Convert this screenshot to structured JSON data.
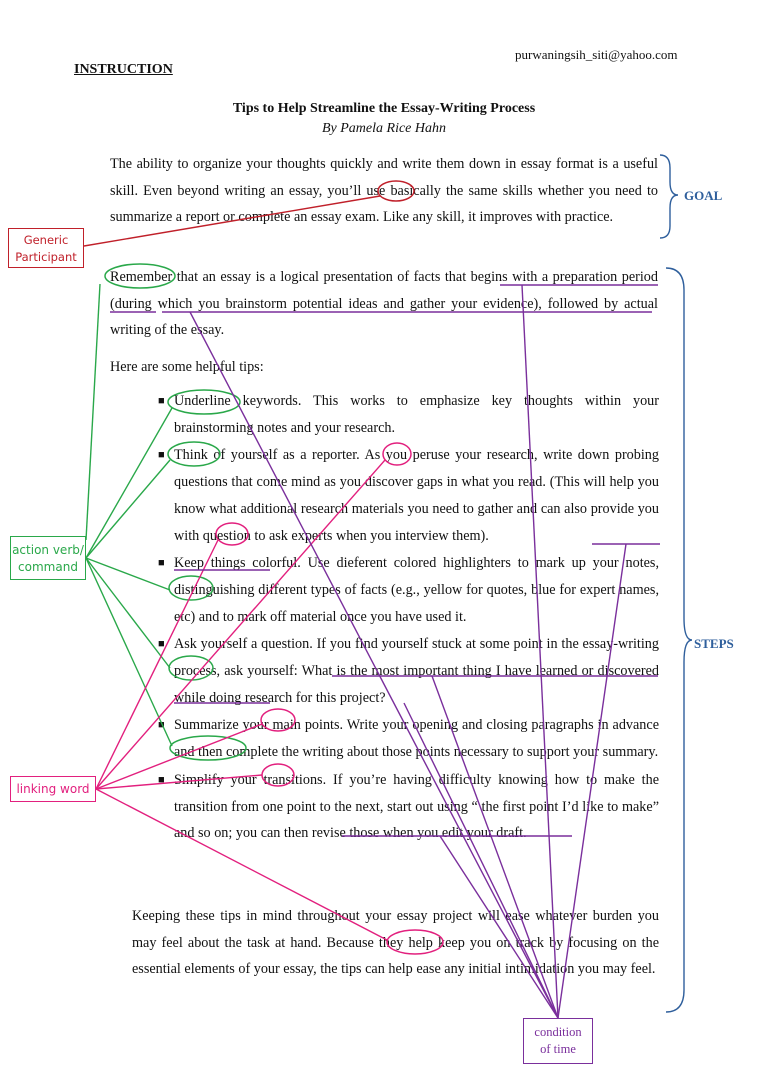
{
  "header": {
    "email": "purwaningsih_siti@yahoo.com",
    "section": "INSTRUCTION"
  },
  "article": {
    "title": "Tips to Help Streamline the Essay-Writing Process",
    "byline": "By Pamela Rice Hahn"
  },
  "paragraphs": {
    "goal": "The ability to organize your thoughts quickly and write them down in essay format is a useful skill. Even beyond writing an essay, you’ll use basically the same skills whether you need to summarize a report or complete an essay exam. Like any skill, it improves with practice.",
    "steps_intro": "Remember that an essay is a logical presentation of facts that begins with a preparation period (during which you brainstorm potential ideas and gather your evidence), followed by actual writing of the essay.",
    "tips_lead": "Here are some helpful tips:",
    "closing": "Keeping these tips in mind throughout your essay project will ease whatever burden you may feel about the task at hand. Because they help keep you on track by focusing on the essential elements of your essay, the tips can help ease any initial intimidation you may feel."
  },
  "tips": [
    "Underline keywords. This works to emphasize key thoughts within your brainstorming notes and your research.",
    "Think of yourself as a reporter. As you peruse your research, write down probing questions that come mind as you discover gaps in what you read. (This will help you know what additional research materials you need to gather and can also provide you with question to ask experts when you interview them).",
    "Keep things colorful. Use dieferent colored highlighters to mark up your notes, distinguishing different types of facts (e.g., yellow for quotes, blue for expert names, etc) and to mark off material once you have used it.",
    "Ask yourself a question. If you find yourself stuck at some point in the essay-writing process, ask yourself: What is the most important thing I have learned or discovered while doing research for this project?",
    "Summarize your main points. Write your opening and closing paragraphs in advance and then complete the writing about those points necessary to support your summary.",
    "Simplify your transitions. If you’re having difficulty knowing how to make the transition from one point to the next, start out using “ the first point I’d like to make” and so on; you can then revise those when you edit your draft."
  ],
  "annotations": {
    "generic_participant": [
      "Generic",
      "Participant"
    ],
    "action_verb": [
      "action verb/",
      "command"
    ],
    "linking_word": "linking word",
    "condition_of_time": [
      "condition",
      "of time"
    ],
    "goal_label": "GOAL",
    "steps_label": "STEPS"
  },
  "colors": {
    "participant": "#c0202a",
    "action_verb": "#2aa84a",
    "linking_word": "#e2207e",
    "condition_of_time": "#7a2f9c",
    "structure_bracket": "#2f5f9c"
  }
}
